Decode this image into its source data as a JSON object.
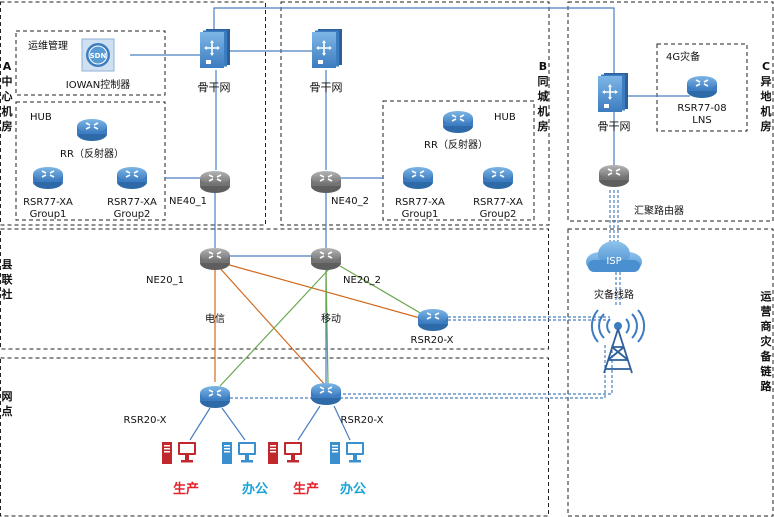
{
  "regions": {
    "a": [
      "A",
      "中",
      "心",
      "机",
      "房"
    ],
    "b": [
      "B",
      "同",
      "城",
      "机",
      "房"
    ],
    "c": [
      "C",
      "异",
      "地",
      "机",
      "房"
    ],
    "county": [
      "县",
      "联",
      "社"
    ],
    "branch": [
      "网",
      "点"
    ],
    "carrier": [
      "运",
      "营",
      "商",
      "灾",
      "备",
      "链",
      "路"
    ]
  },
  "labels": {
    "ops": "运维管理",
    "controller": "IOWAN控制器",
    "controller_badge": "SDN",
    "backbone_a": "骨干网",
    "backbone_b": "骨干网",
    "backbone_c": "骨干网",
    "hub_a": "HUB",
    "hub_b": "HUB",
    "rr_a": "RR（反射器）",
    "rr_b": "RR（反射器）",
    "rsr77_a1": [
      "RSR77-XA",
      "Group1"
    ],
    "rsr77_a2": [
      "RSR77-XA",
      "Group2"
    ],
    "rsr77_b1": [
      "RSR77-XA",
      "Group1"
    ],
    "rsr77_b2": [
      "RSR77-XA",
      "Group2"
    ],
    "ne40_1": "NE40_1",
    "ne40_2": "NE40_2",
    "ne20_1": "NE20_1",
    "ne20_2": "NE20_2",
    "telecom": "电信",
    "mobile": "移动",
    "rsr20_county": "RSR20-X",
    "rsr20_branch1": "RSR20-X",
    "rsr20_branch2": "RSR20-X",
    "lte_backup": "4G灾备",
    "rsr77_08": [
      "RSR77-08",
      "LNS"
    ],
    "agg_router": "汇聚路由器",
    "isp": "ISP",
    "backup_line": "灾备线路",
    "prod1": "生产",
    "office1": "办公",
    "prod2": "生产",
    "office2": "办公"
  },
  "colors": {
    "telecom_line": "#d2691e",
    "mobile_line": "#6aa84f",
    "link_line": "#4a7fc1",
    "dashed_line": "#4a7fc1",
    "router_top": "#5b9bd5",
    "router_gray": "#8c8c8c",
    "production": "#c0282e",
    "office": "#3a8fcf"
  }
}
